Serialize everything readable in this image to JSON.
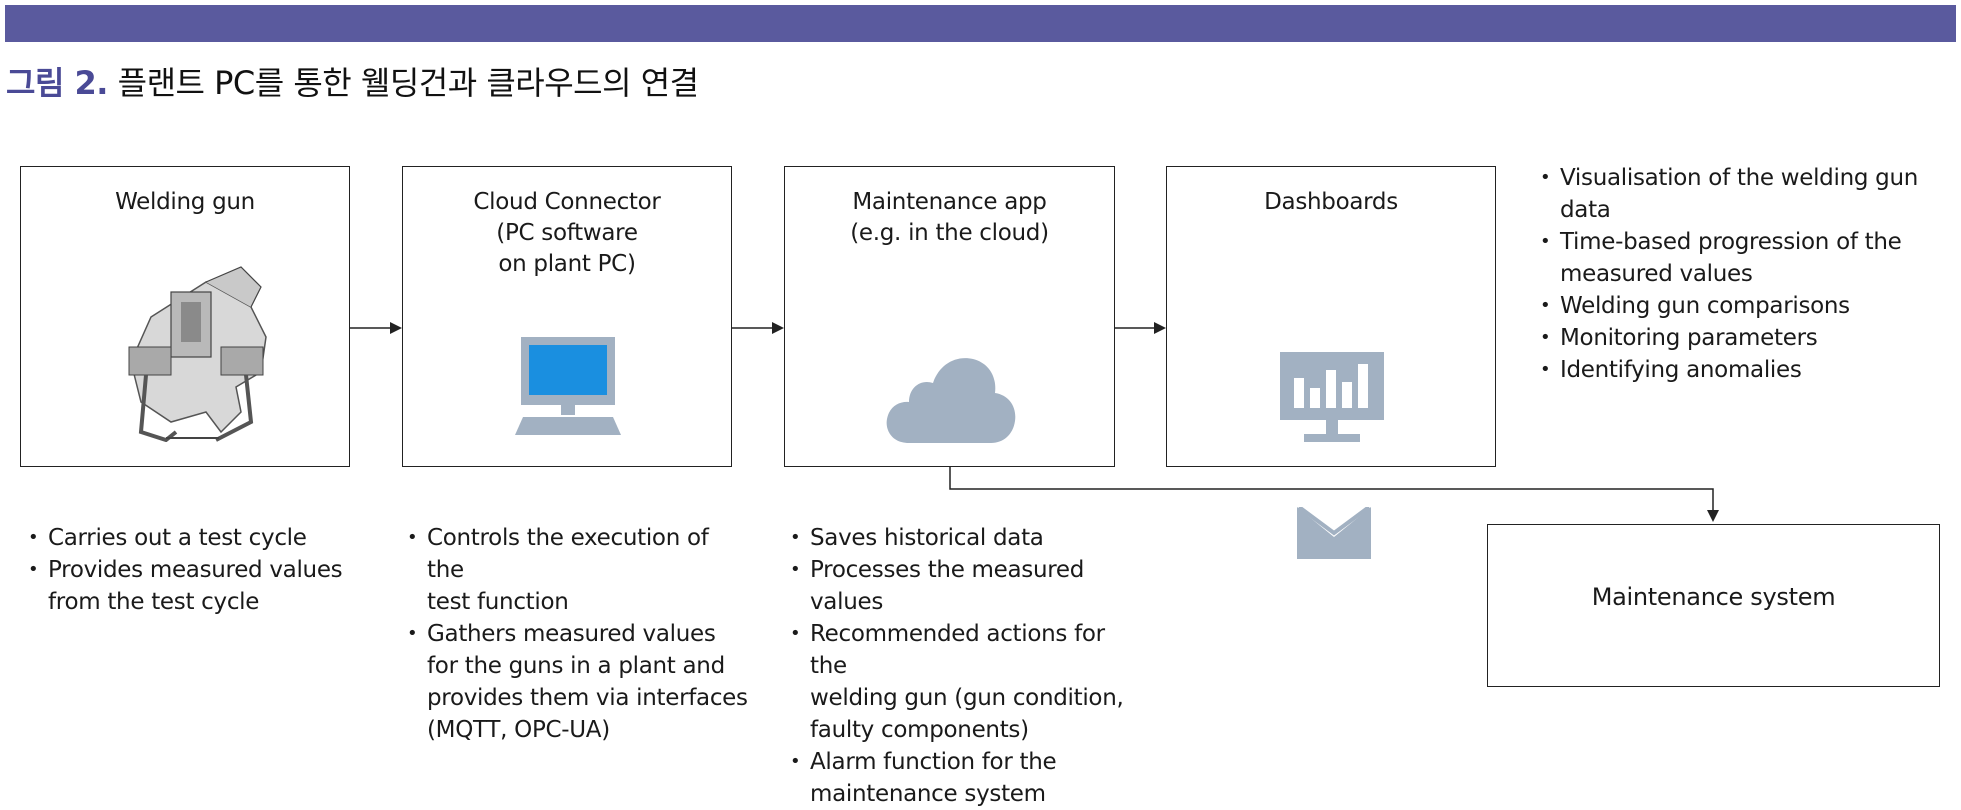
{
  "caption": {
    "number": "그림 2.",
    "title": "플랜트 PC를 통한 웰딩건과 클라우드의 연결"
  },
  "boxes": {
    "welding_gun": {
      "title": "Welding gun"
    },
    "cloud_connector": {
      "title": "Cloud Connector\n(PC software\non plant PC)"
    },
    "maintenance_app": {
      "title": "Maintenance app\n(e.g. in the cloud)"
    },
    "dashboards": {
      "title": "Dashboards"
    },
    "maintenance_system": {
      "title": "Maintenance system"
    }
  },
  "bullets": {
    "welding_gun": [
      "Carries out a test cycle",
      "Provides measured values\nfrom the test cycle"
    ],
    "cloud_connector": [
      "Controls the execution of the\ntest function",
      "Gathers measured values\nfor the guns in a plant and\nprovides them via interfaces\n(MQTT, OPC-UA)"
    ],
    "maintenance_app": [
      "Saves historical data",
      "Processes the measured values",
      "Recommended actions for the\nwelding gun (gun condition,\nfaulty components)",
      "Alarm function for the\nmaintenance system"
    ],
    "dashboards": [
      "Visualisation of the welding gun data",
      "Time-based progression of the\nmeasured values",
      "Welding gun comparisons",
      "Monitoring parameters",
      "Identifying anomalies"
    ]
  },
  "icons": {
    "welding_gun": "welding-gun-image",
    "cloud_connector": "computer-monitor-icon",
    "maintenance_app": "cloud-icon",
    "dashboards": "dashboard-chart-icon",
    "email": "email-icon"
  },
  "colors": {
    "header_bar": "#5a5a9e",
    "caption_number": "#4a4a96",
    "monitor_screen": "#1a8fe0",
    "icon_gray": "#a2b1c2"
  }
}
